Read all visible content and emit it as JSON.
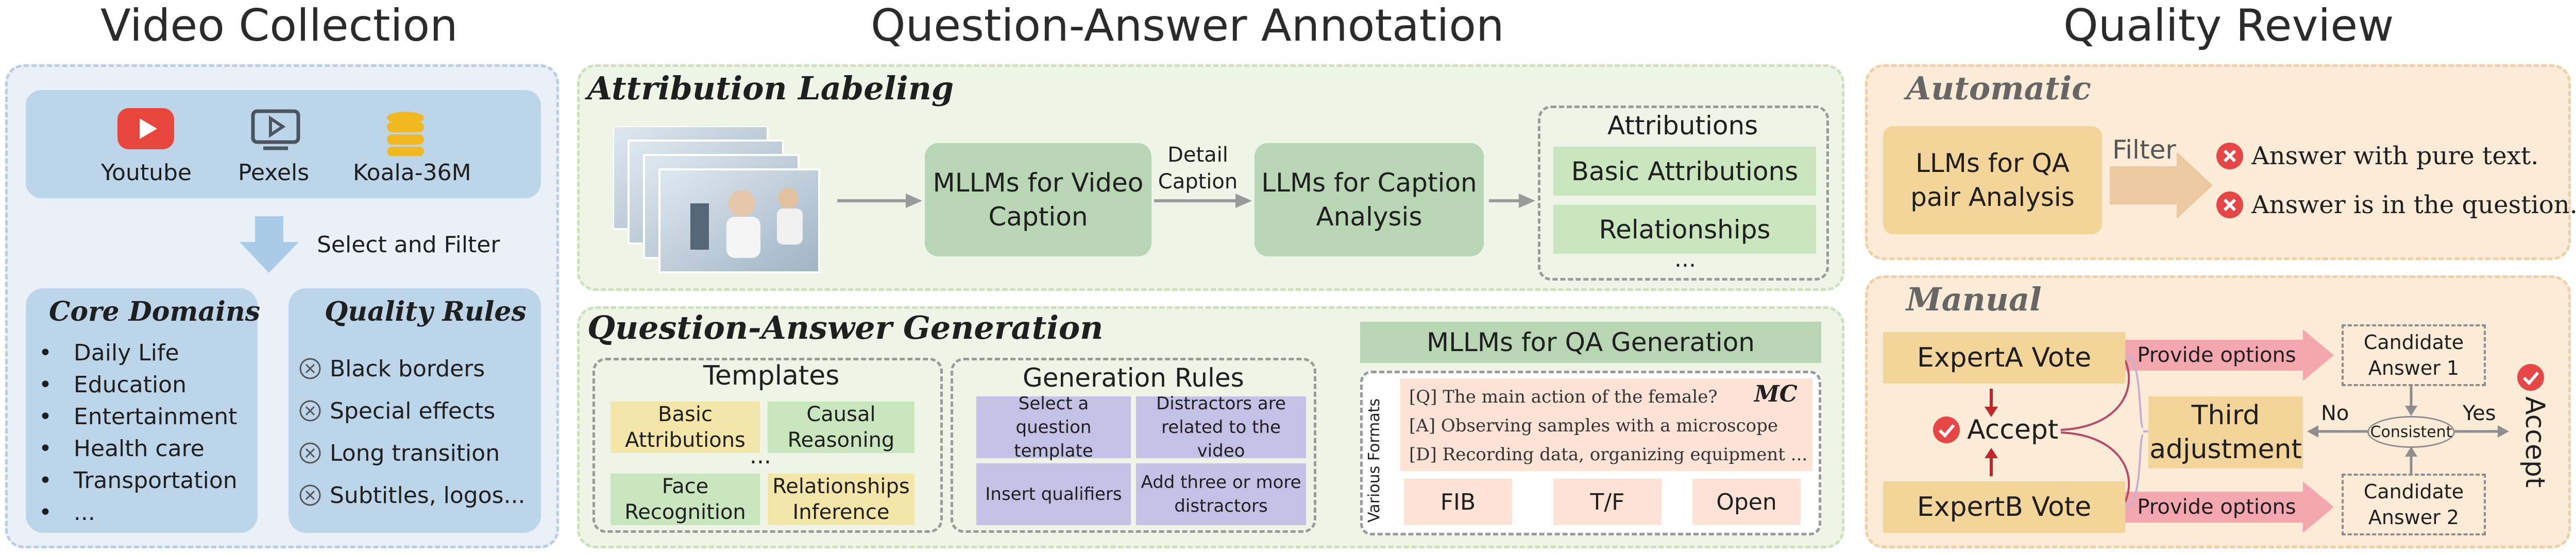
{
  "video_collection": {
    "title": "Video Collection",
    "sources": [
      "Youtube",
      "Pexels",
      "Koala-36M"
    ],
    "filter_label": "Select and Filter",
    "core_domains": {
      "title": "Core Domains",
      "items": [
        "Daily Life",
        "Education",
        "Entertainment",
        "Health care",
        "Transportation",
        "..."
      ]
    },
    "quality_rules": {
      "title": "Quality Rules",
      "items": [
        "Black borders",
        "Special effects",
        "Long transition",
        "Subtitles, logos..."
      ]
    }
  },
  "qa_annotation": {
    "title": "Question-Answer Annotation",
    "attribution_labeling": {
      "title": "Attribution Labeling",
      "mllm_caption": "MLLMs for Video Caption",
      "detail_caption": "Detail Caption",
      "llm_analysis": "LLMs for Caption Analysis",
      "attributions": {
        "title": "Attributions",
        "items": [
          "Basic Attributions",
          "Relationships",
          "..."
        ]
      }
    },
    "qa_generation": {
      "title": "Question-Answer Generation",
      "templates": {
        "title": "Templates",
        "items": [
          "Basic Attributions",
          "Causal Reasoning",
          "Face Recognition",
          "Relationships Inference"
        ],
        "ellipsis": "..."
      },
      "generation_rules": {
        "title": "Generation Rules",
        "items": [
          "Select a question template",
          "Distractors are related to the video",
          "Insert qualifiers",
          "Add three or more distractors"
        ]
      },
      "mllm_qa": {
        "title": "MLLMs for QA Generation",
        "side_label": "Various Formats",
        "lines": [
          "[Q] The main action of the female?",
          "[A] Observing samples with a microscope",
          "[D] Recording data, organizing equipment ..."
        ],
        "mc_label": "MC",
        "formats": [
          "FIB",
          "T/F",
          "Open"
        ]
      }
    }
  },
  "quality_review": {
    "title": "Quality Review",
    "automatic": {
      "title": "Automatic",
      "llm_box": "LLMs for QA pair Analysis",
      "filter_label": "Filter",
      "rejects": [
        "Answer with pure text.",
        "Answer is in the question."
      ]
    },
    "manual": {
      "title": "Manual",
      "expert_a": "ExpertA Vote",
      "expert_b": "ExpertB Vote",
      "accept_left": "Accept",
      "provide_options": [
        "Provide options",
        "Provide options"
      ],
      "candidates": [
        "Candidate Answer 1",
        "Candidate Answer 2"
      ],
      "third_adjustment": "Third adjustment",
      "consistent": "Consistent",
      "no_label": "No",
      "yes_label": "Yes",
      "accept_right": "Accept"
    }
  },
  "colors": {
    "blue_panel": "#e6eef7",
    "blue_box": "#bcd5e8",
    "green_panel": "#edf5e3",
    "green_box": "#b9d6b4",
    "orange_panel": "#fbe9d5",
    "orange_box": "#f3d59a",
    "pink": "#f4a7ae",
    "red": "#e64646"
  },
  "icons": [
    "youtube-icon",
    "pexels-icon",
    "database-icon",
    "down-arrow-icon",
    "circle-x-icon",
    "check-circle-icon"
  ]
}
